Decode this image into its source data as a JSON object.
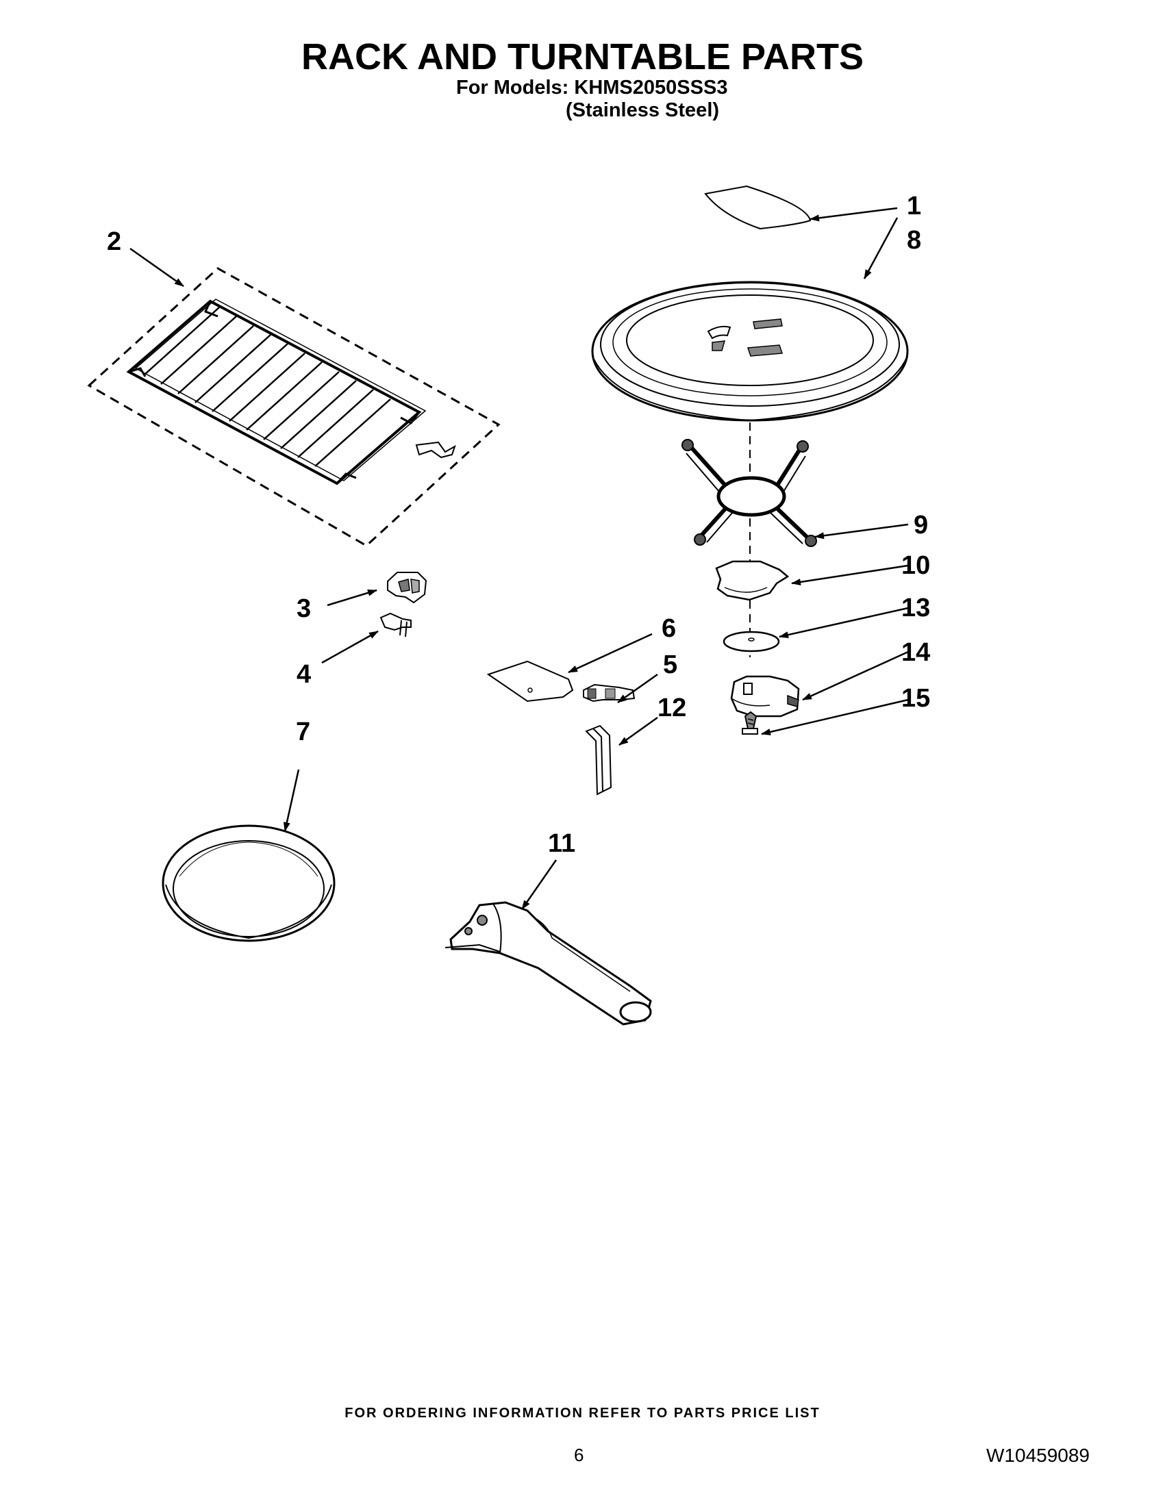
{
  "header": {
    "title": "RACK AND TURNTABLE PARTS",
    "models_line": "For Models: KHMS2050SSS3",
    "finish_line": "(Stainless Steel)"
  },
  "callouts": [
    "1",
    "2",
    "3",
    "4",
    "5",
    "6",
    "7",
    "8",
    "9",
    "10",
    "11",
    "12",
    "13",
    "14",
    "15"
  ],
  "footer": {
    "ordering_note": "FOR ORDERING INFORMATION REFER TO PARTS PRICE LIST",
    "page_number": "6",
    "document_number": "W10459089"
  }
}
